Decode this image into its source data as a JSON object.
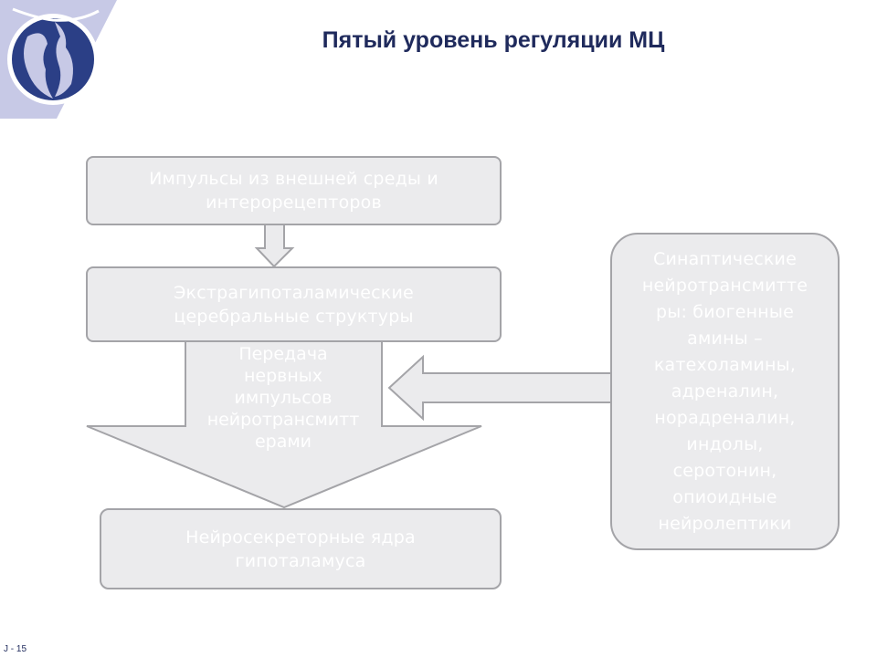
{
  "slide": {
    "title": "Пятый уровень регуляции МЦ",
    "footer": "J - 15"
  },
  "diagram": {
    "box_impulses": "Импульсы из внешней среды и\nинтерорецепторов",
    "box_extrahypothalamic": "Экстрагипоталамические\nцеребральные структуры",
    "arrow_transmission": "Передача\nнервных\nимпульсов\nнейротрансмитт\nерами",
    "box_neurosecretory": "Нейросекреторные ядра\nгипоталамуса",
    "box_synaptic": "Синаптические\nнейротрансмитте\nры: биогенные\nамины –\nкатехоламины,\nадреналин,\nнорадреналин,\nиндолы,\nсеротонин,\nопиоидные\nнейролептики"
  },
  "colors": {
    "title": "#1f2a5c",
    "box_fill": "#ebebed",
    "box_border": "#a4a4a8",
    "box_text": "#ffffff",
    "logo_blue": "#2b3f86",
    "logo_light": "#c7c9e6"
  }
}
